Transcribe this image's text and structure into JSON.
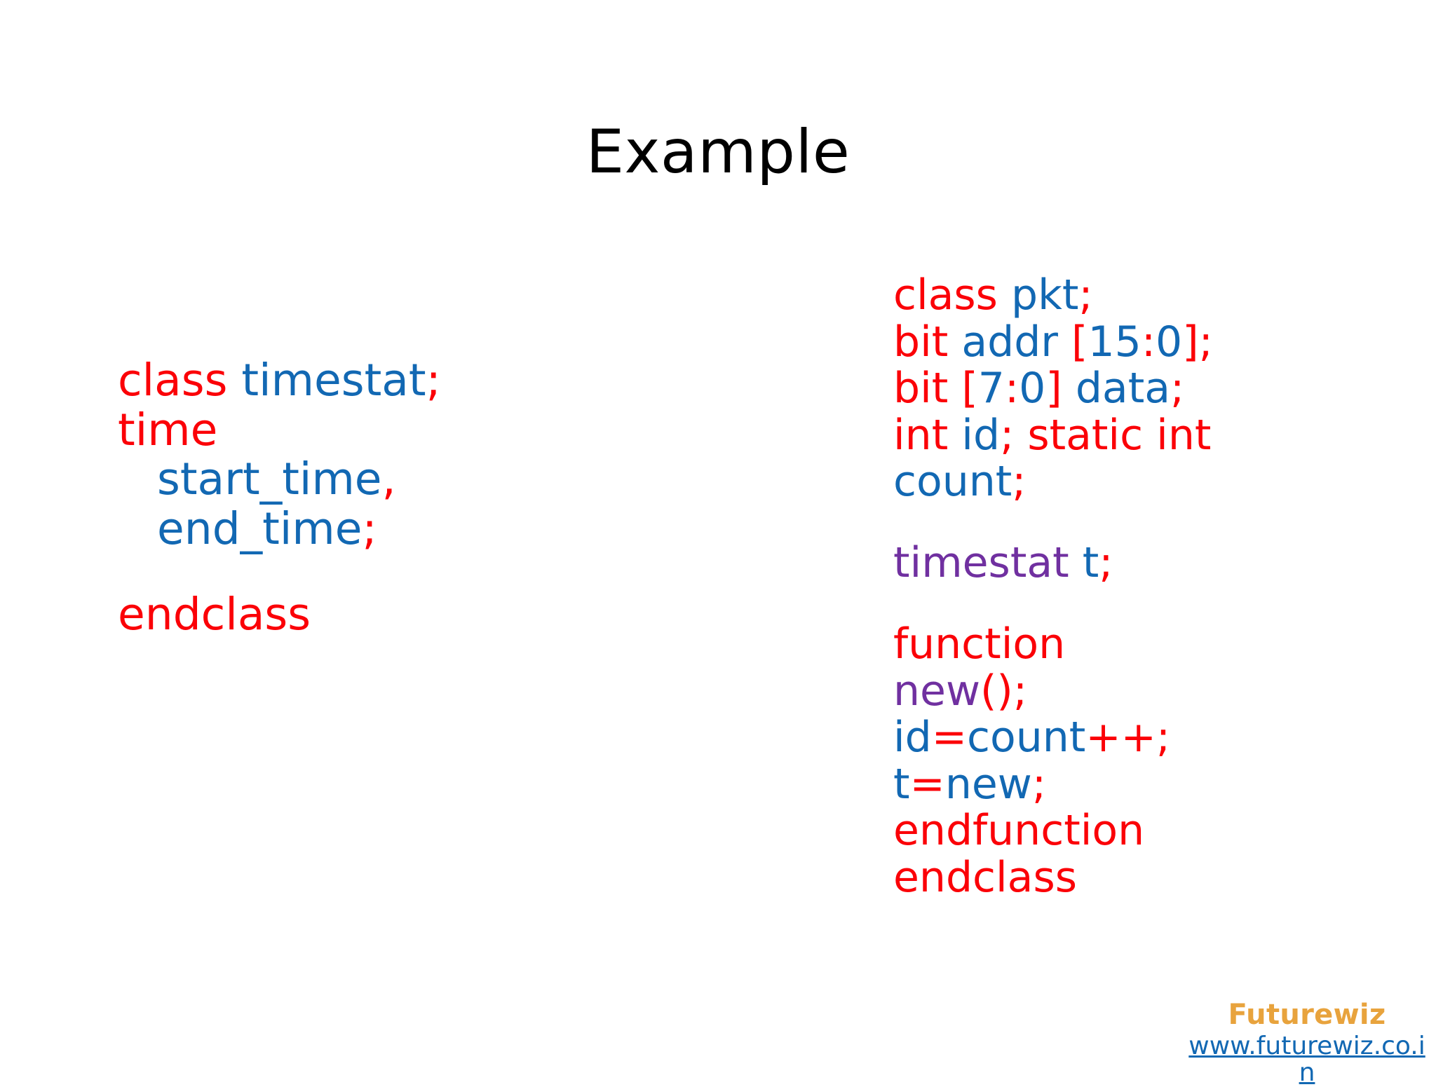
{
  "slide": {
    "title": "Example",
    "background_color": "#FFFFFF"
  },
  "colors": {
    "keyword_red": "#FB0007",
    "identifier_blue": "#1268B3",
    "type_purple": "#7030A0",
    "title_black": "#000000",
    "brand_orange": "#E8A33D",
    "link_blue": "#1268B3"
  },
  "left_code": {
    "name": "timestat-class-code",
    "lines": [
      {
        "id": "l1",
        "tokens": [
          {
            "text": "class ",
            "color": "keyword"
          },
          {
            "text": "timestat",
            "color": "identifier"
          },
          {
            "text": ";",
            "color": "keyword"
          }
        ]
      },
      {
        "id": "l2",
        "tokens": [
          {
            "text": "time",
            "color": "keyword"
          }
        ]
      },
      {
        "id": "l3",
        "indent": true,
        "tokens": [
          {
            "text": "start_time",
            "color": "identifier"
          },
          {
            "text": ",",
            "color": "keyword"
          }
        ]
      },
      {
        "id": "l4",
        "indent": true,
        "tokens": [
          {
            "text": "end_time",
            "color": "identifier"
          },
          {
            "text": ";",
            "color": "keyword"
          }
        ]
      },
      {
        "id": "l5",
        "gap": true,
        "tokens": [
          {
            "text": "endclass",
            "color": "keyword"
          }
        ]
      }
    ],
    "plain_text": "class timestat;\ntime\n  start_time,\n  end_time;\n\nendclass"
  },
  "right_code": {
    "name": "pkt-class-code",
    "lines": [
      {
        "id": "r1",
        "tokens": [
          {
            "text": "class ",
            "color": "keyword"
          },
          {
            "text": "pkt",
            "color": "identifier"
          },
          {
            "text": ";",
            "color": "keyword"
          }
        ]
      },
      {
        "id": "r2",
        "tokens": [
          {
            "text": "bit ",
            "color": "keyword"
          },
          {
            "text": "addr",
            "color": "identifier"
          },
          {
            "text": " [",
            "color": "keyword"
          },
          {
            "text": "15",
            "color": "identifier"
          },
          {
            "text": ":",
            "color": "keyword"
          },
          {
            "text": "0",
            "color": "identifier"
          },
          {
            "text": "];",
            "color": "keyword"
          }
        ]
      },
      {
        "id": "r3",
        "tokens": [
          {
            "text": "bit [",
            "color": "keyword"
          },
          {
            "text": "7",
            "color": "identifier"
          },
          {
            "text": ":",
            "color": "keyword"
          },
          {
            "text": "0",
            "color": "identifier"
          },
          {
            "text": "] ",
            "color": "keyword"
          },
          {
            "text": "data",
            "color": "identifier"
          },
          {
            "text": ";",
            "color": "keyword"
          }
        ]
      },
      {
        "id": "r4",
        "tokens": [
          {
            "text": "int ",
            "color": "keyword"
          },
          {
            "text": "id",
            "color": "identifier"
          },
          {
            "text": "; static int",
            "color": "keyword"
          }
        ]
      },
      {
        "id": "r5",
        "tokens": [
          {
            "text": "count",
            "color": "identifier"
          },
          {
            "text": ";",
            "color": "keyword"
          }
        ]
      },
      {
        "id": "r6",
        "gap": true,
        "tokens": [
          {
            "text": "timestat",
            "color": "purple"
          },
          {
            "text": " t",
            "color": "identifier"
          },
          {
            "text": ";",
            "color": "keyword"
          }
        ]
      },
      {
        "id": "r7",
        "gap": true,
        "tokens": [
          {
            "text": "function",
            "color": "keyword"
          }
        ]
      },
      {
        "id": "r8",
        "tokens": [
          {
            "text": "new",
            "color": "purple"
          },
          {
            "text": "();",
            "color": "keyword"
          }
        ]
      },
      {
        "id": "r9",
        "tokens": [
          {
            "text": "id",
            "color": "identifier"
          },
          {
            "text": "=",
            "color": "keyword"
          },
          {
            "text": "count",
            "color": "identifier"
          },
          {
            "text": "++;",
            "color": "keyword"
          }
        ]
      },
      {
        "id": "r10",
        "tokens": [
          {
            "text": "t",
            "color": "identifier"
          },
          {
            "text": "=",
            "color": "keyword"
          },
          {
            "text": "new",
            "color": "identifier"
          },
          {
            "text": ";",
            "color": "keyword"
          }
        ]
      },
      {
        "id": "r11",
        "tokens": [
          {
            "text": "endfunction",
            "color": "keyword"
          }
        ]
      },
      {
        "id": "r12",
        "tokens": [
          {
            "text": "endclass",
            "color": "keyword"
          }
        ]
      }
    ],
    "plain_text": "class pkt;\nbit addr [15:0];\nbit [7:0] data;\nint id; static int\ncount;\n\ntimestat t;\n\nfunction\nnew();\nid=count++;\nt=new;\nendfunction\nendclass"
  },
  "footer": {
    "brand_name": "Futurewiz",
    "url_text": "www.futurewiz.co.in"
  }
}
